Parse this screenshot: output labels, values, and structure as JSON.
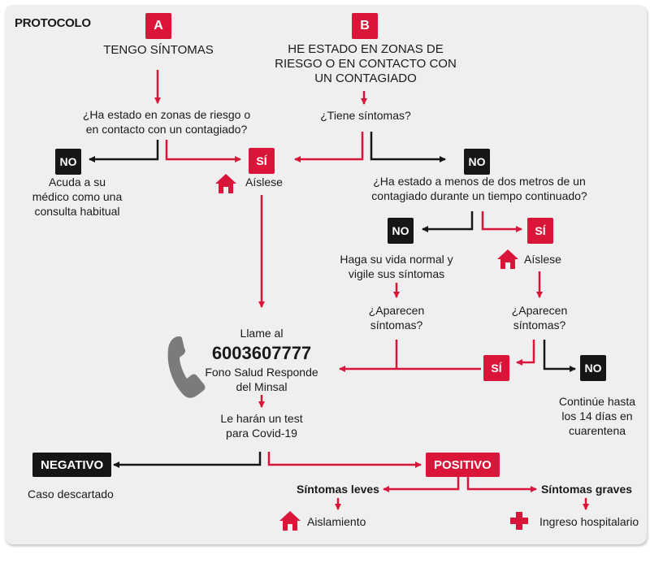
{
  "title": "PROTOCOLO",
  "badges": {
    "a": "A",
    "b": "B",
    "no": "NO",
    "si": "SÍ",
    "negativo": "NEGATIVO",
    "positivo": "POSITIVO"
  },
  "branch_a": {
    "heading": "TENGO SÍNTOMAS",
    "question": [
      "¿Ha estado en zonas de riesgo o",
      "en contacto con un contagiado?"
    ],
    "no_text": [
      "Acuda a su",
      "médico como una",
      "consulta habitual"
    ],
    "si_text": "Aíslese"
  },
  "branch_b": {
    "heading": [
      "HE ESTADO EN ZONAS DE",
      "RIESGO O EN CONTACTO CON",
      "UN CONTAGIADO"
    ],
    "question": "¿Tiene síntomas?",
    "question_2": [
      "¿Ha estado a menos de dos metros de un",
      "contagiado durante un tiempo continuado?"
    ],
    "no_text": [
      "Haga su vida normal y",
      "vigile sus síntomas"
    ],
    "no_question": [
      "¿Aparecen",
      "síntomas?"
    ],
    "si_text": "Aíslese",
    "si_question": [
      "¿Aparecen",
      "síntomas?"
    ],
    "final_no_text": [
      "Continúe hasta",
      "los 14 días en",
      "cuarentena"
    ]
  },
  "call": {
    "line1": "Llame al",
    "number": "6003607777",
    "line2": [
      "Fono Salud Responde",
      "del Minsal"
    ],
    "test": [
      "Le harán un test",
      "para Covid-19"
    ]
  },
  "results": {
    "negativo_text": "Caso descartado",
    "leves": "Síntomas leves",
    "graves": "Síntomas graves",
    "aislamiento": "Aislamiento",
    "ingreso": "Ingreso hospitalario"
  },
  "colors": {
    "red": "#d9163a",
    "black": "#161616",
    "phone": "#7b7b7b",
    "panel": "#efefef"
  }
}
